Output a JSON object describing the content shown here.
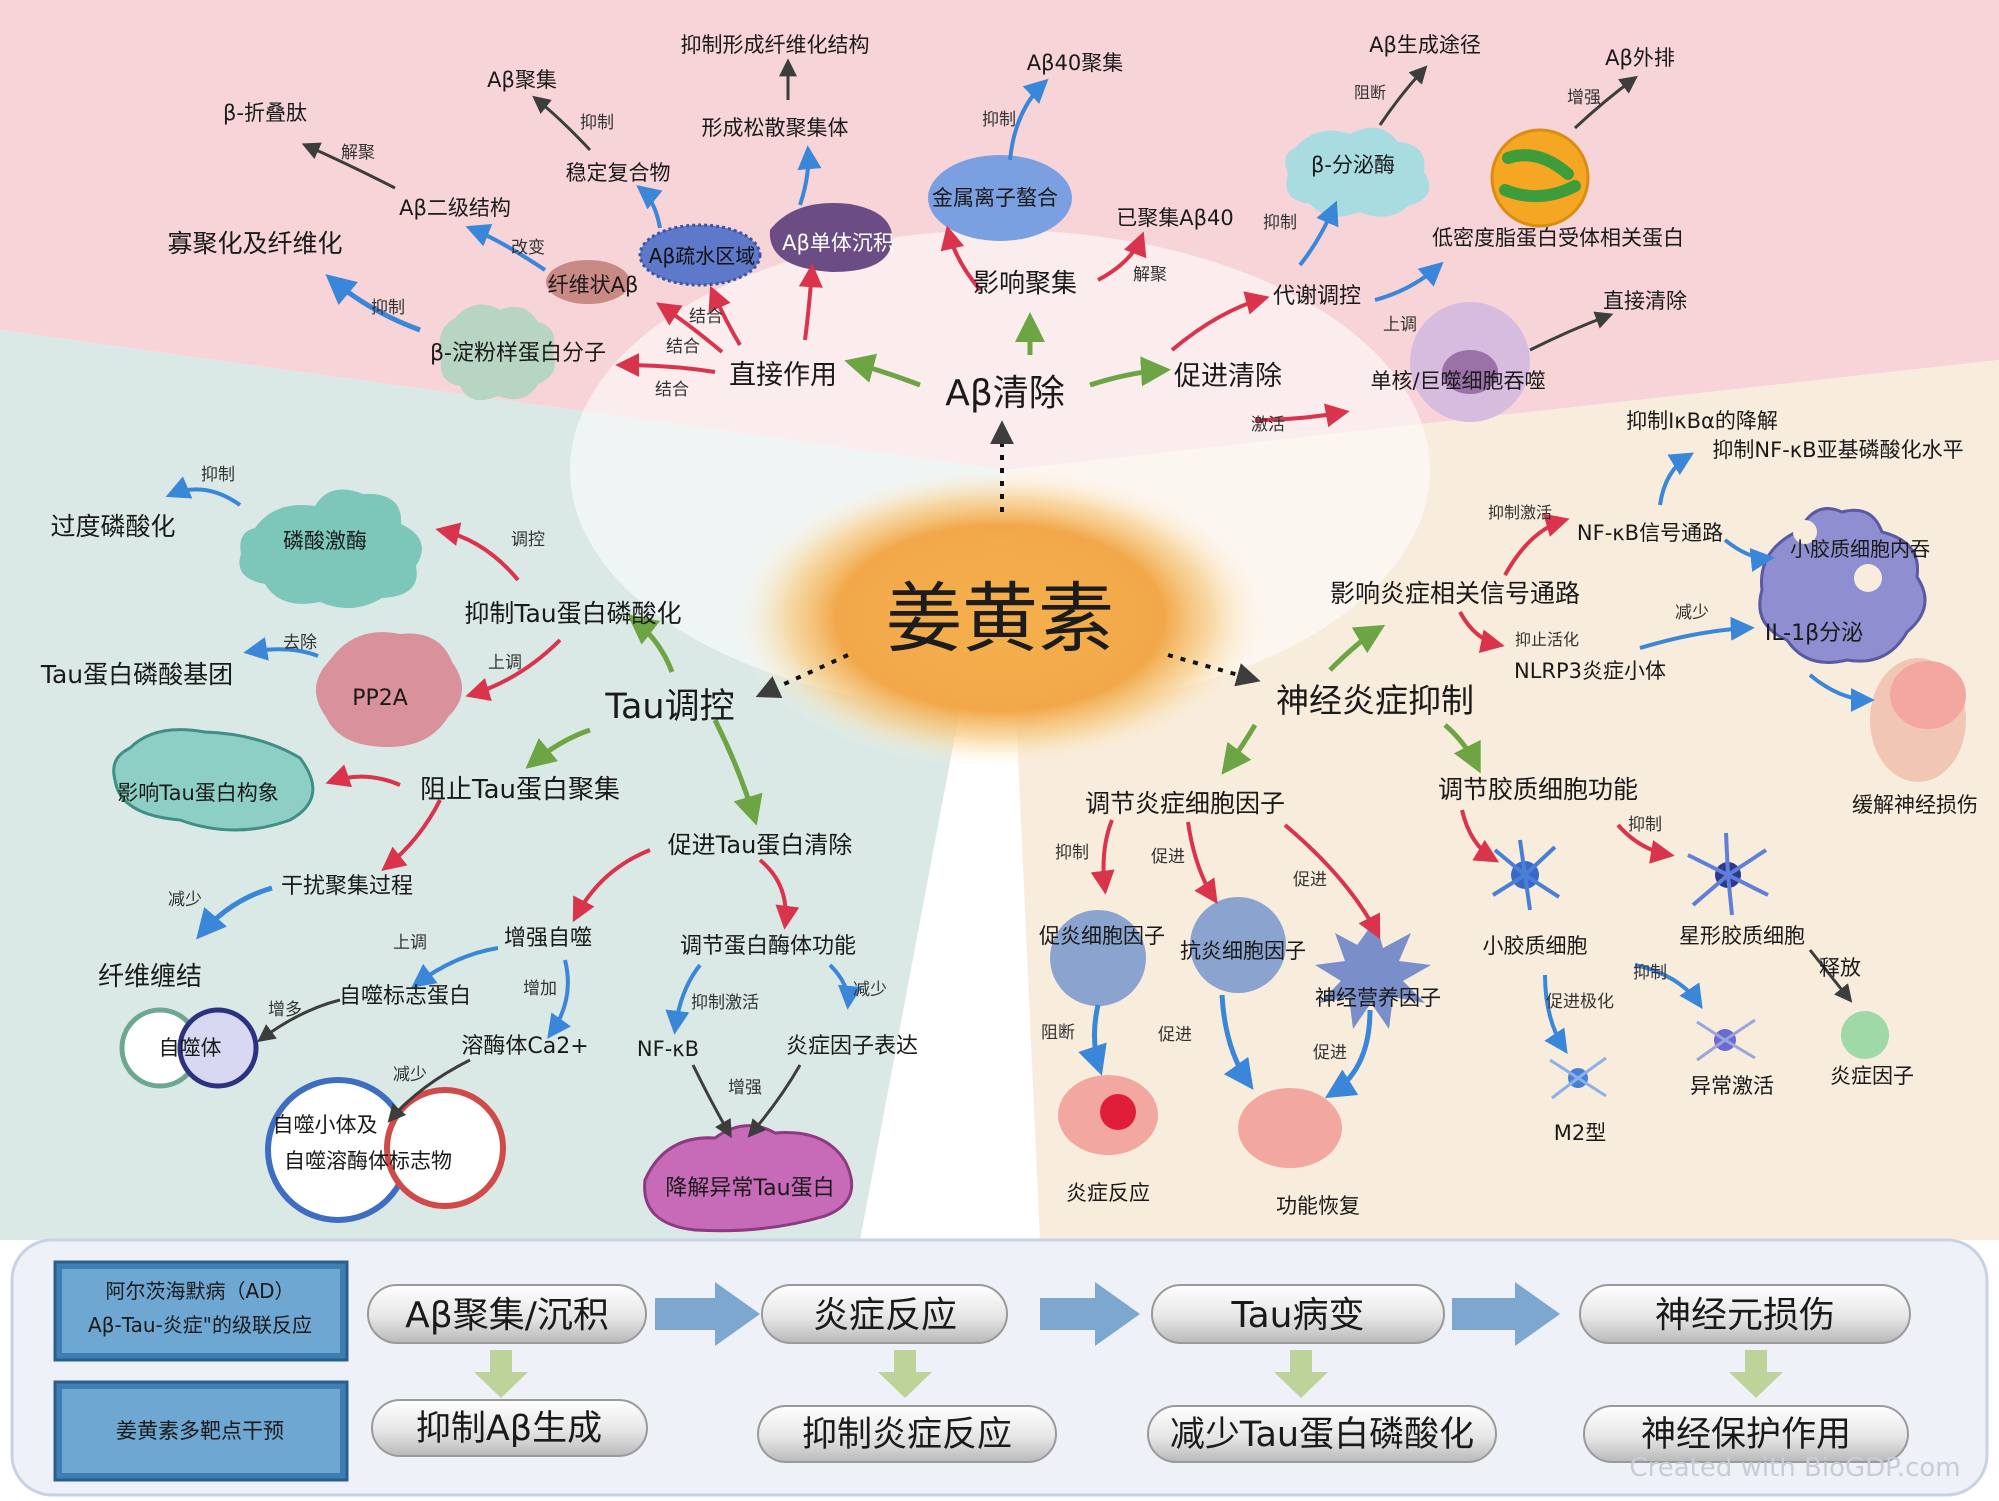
{
  "center": "姜黄素",
  "colors": {
    "pink_region": "#f6d4d8",
    "teal_region": "#dbe9e6",
    "cream_region": "#f8ecdd",
    "sun": "#f2a94a",
    "arrow_blue": "#3a86d9",
    "arrow_red": "#d9344c",
    "arrow_green": "#6ea544",
    "panel_bg": "#eef1f7",
    "box_blue": "#3f7eb3",
    "arrow_down": "#bdd39a"
  },
  "abeta": {
    "main": "Aβ清除",
    "direct": "直接作用",
    "molecule": "β-淀粉样蛋白分子",
    "fibrillar": "纤维状Aβ",
    "hydrophobic": "Aβ疏水区域",
    "monomer": "Aβ单体沉积",
    "secondary": "Aβ二级结构",
    "beta_sheet": "β-折叠肽",
    "oligo": "寡聚化及纤维化",
    "stable": "稳定复合物",
    "agg": "Aβ聚集",
    "loose": "形成松散聚集体",
    "inhibit_fibril": "抑制形成纤维化结构",
    "metal": "金属离子螯合",
    "affect_agg": "影响聚集",
    "ab40agg": "Aβ40聚集",
    "aggregated_ab40": "已聚集Aβ40",
    "promote_clear": "促进清除",
    "metab": "代谢调控",
    "secretase": "β-分泌酶",
    "ab_pathway": "Aβ生成途径",
    "lrp": "低密度脂蛋白受体相关蛋白",
    "ab_efflux": "Aβ外排",
    "mono": "单核/巨噬细胞吞噬",
    "direct_clear": "直接清除",
    "lbl": {
      "bind": "结合",
      "inhibit": "抑制",
      "unwind": "解聚",
      "change": "改变",
      "block": "阻断",
      "enhance": "增强",
      "upreg": "上调",
      "activate": "激活"
    }
  },
  "tau": {
    "main": "Tau调控",
    "inhibit_phos": "抑制Tau蛋白磷酸化",
    "kinase": "磷酸激酶",
    "hyperphos": "过度磷酸化",
    "pp2a": "PP2A",
    "tau_group": "Tau蛋白磷酸基团",
    "block_agg": "阻止Tau蛋白聚集",
    "conform": "影响Tau蛋白构象",
    "interfere": "干扰聚集过程",
    "tangle": "纤维缠结",
    "promote_clear": "促进Tau蛋白清除",
    "autophagy": "增强自噬",
    "marker": "自噬标志蛋白",
    "autophagosome": "自噬体",
    "lysosome_ca": "溶酶体Ca2+",
    "auto_lyso_1": "自噬小体及",
    "auto_lyso_2": "自噬溶酶体标志物",
    "proteasome": "调节蛋白酶体功能",
    "nfkb": "NF-κB",
    "infl_factor": "炎症因子表达",
    "degrade": "降解异常Tau蛋白",
    "lbl": {
      "regulate": "调控",
      "inhibit": "抑制",
      "remove": "去除",
      "upreg": "上调",
      "reduce": "减少",
      "increase_more": "增多",
      "increase": "增加",
      "inhibit_act": "抑制激活",
      "enhance": "增强"
    }
  },
  "neuro": {
    "main": "神经炎症抑制",
    "signal": "影响炎症相关信号通路",
    "nfkb_path": "NF-κB信号通路",
    "ikba_1": "抑制IκBα的降解",
    "ikba_2": "抑制NF-κB亚基磷酸化水平",
    "phagocyt": "小胶质细胞内吞",
    "nlrp3": "NLRP3炎症小体",
    "il1b": "IL-1β分泌",
    "relieve": "缓解神经损伤",
    "reg_cytokine": "调节炎症细胞因子",
    "pro": "促炎细胞因子",
    "anti": "抗炎细胞因子",
    "neurotroph": "神经营养因子",
    "infl_reaction": "炎症反应",
    "recovery": "功能恢复",
    "reg_glia": "调节胶质细胞功能",
    "microglia": "小胶质细胞",
    "astro": "星形胶质细胞",
    "m2": "M2型",
    "abn_act": "异常激活",
    "infl_fac": "炎症因子",
    "lbl": {
      "inhibit_act": "抑制激活",
      "inhibit_activation": "抑止活化",
      "reduce": "减少",
      "inhibit": "抑制",
      "promote": "促进",
      "block": "阻断",
      "promote_polar": "促进极化",
      "release": "释放"
    }
  },
  "panel": {
    "box1_line1": "阿尔茨海默病（AD）",
    "box1_line2": "Aβ-Tau-炎症\"的级联反应",
    "box2": "姜黄素多靶点干预",
    "top": [
      "Aβ聚集/沉积",
      "炎症反应",
      "Tau病变",
      "神经元损伤"
    ],
    "bottom": [
      "抑制Aβ生成",
      "抑制炎症反应",
      "减少Tau蛋白磷酸化",
      "神经保护作用"
    ]
  },
  "watermark": "Created with BioGDP.com"
}
